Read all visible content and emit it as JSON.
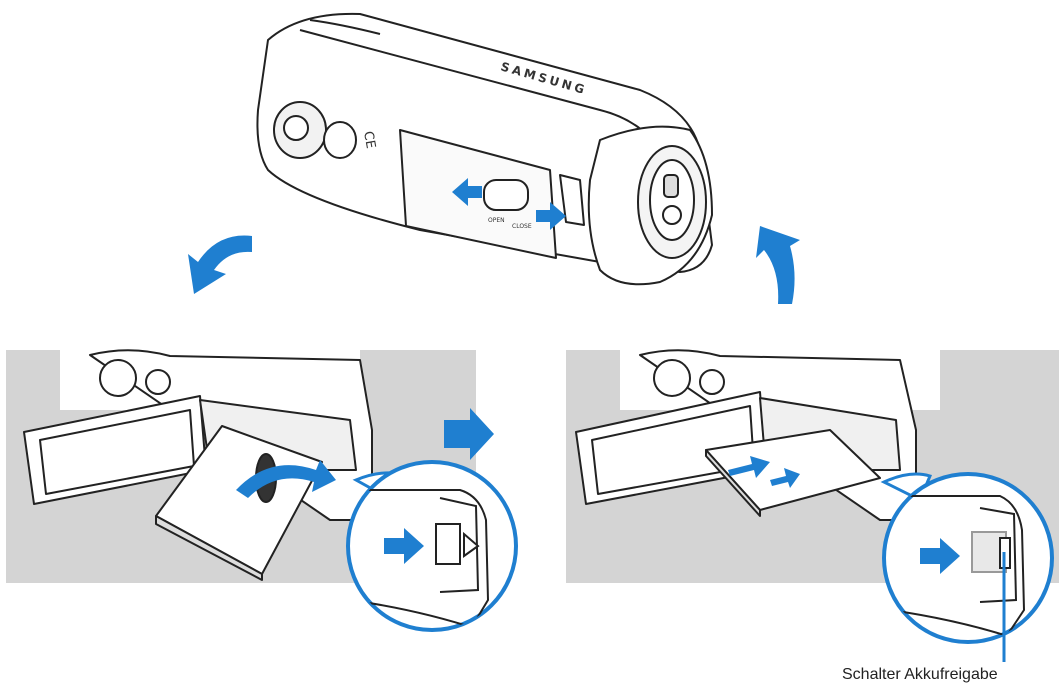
{
  "camera": {
    "brand": "SAMSUNG",
    "label_open": "OPEN",
    "label_close": "CLOSE",
    "label_ce": "CE"
  },
  "colors": {
    "arrow": "#1f7fd0",
    "panel_bg": "#d4d4d4",
    "outline": "#222222",
    "zoom_ring": "#1f7fd0"
  },
  "annotations": {
    "release_switch": "Schalter Akkufreigabe"
  }
}
